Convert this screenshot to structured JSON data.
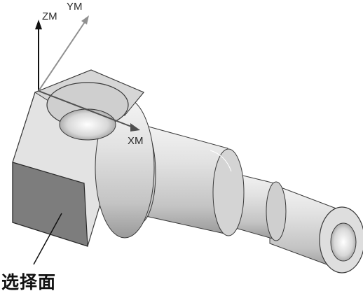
{
  "axes": {
    "z_label": "ZM",
    "y_label": "YM",
    "x_label": "XM"
  },
  "callout": {
    "label": "选择面"
  },
  "colors": {
    "background": "#ffffff",
    "part_light": "#e4e4e4",
    "part_mid": "#bdbdbd",
    "part_dark": "#8a8a8a",
    "selected_face": "#7d7d7d",
    "edge": "#3a3a3a",
    "axis_dark": "#111111",
    "axis_light": "#909090"
  }
}
